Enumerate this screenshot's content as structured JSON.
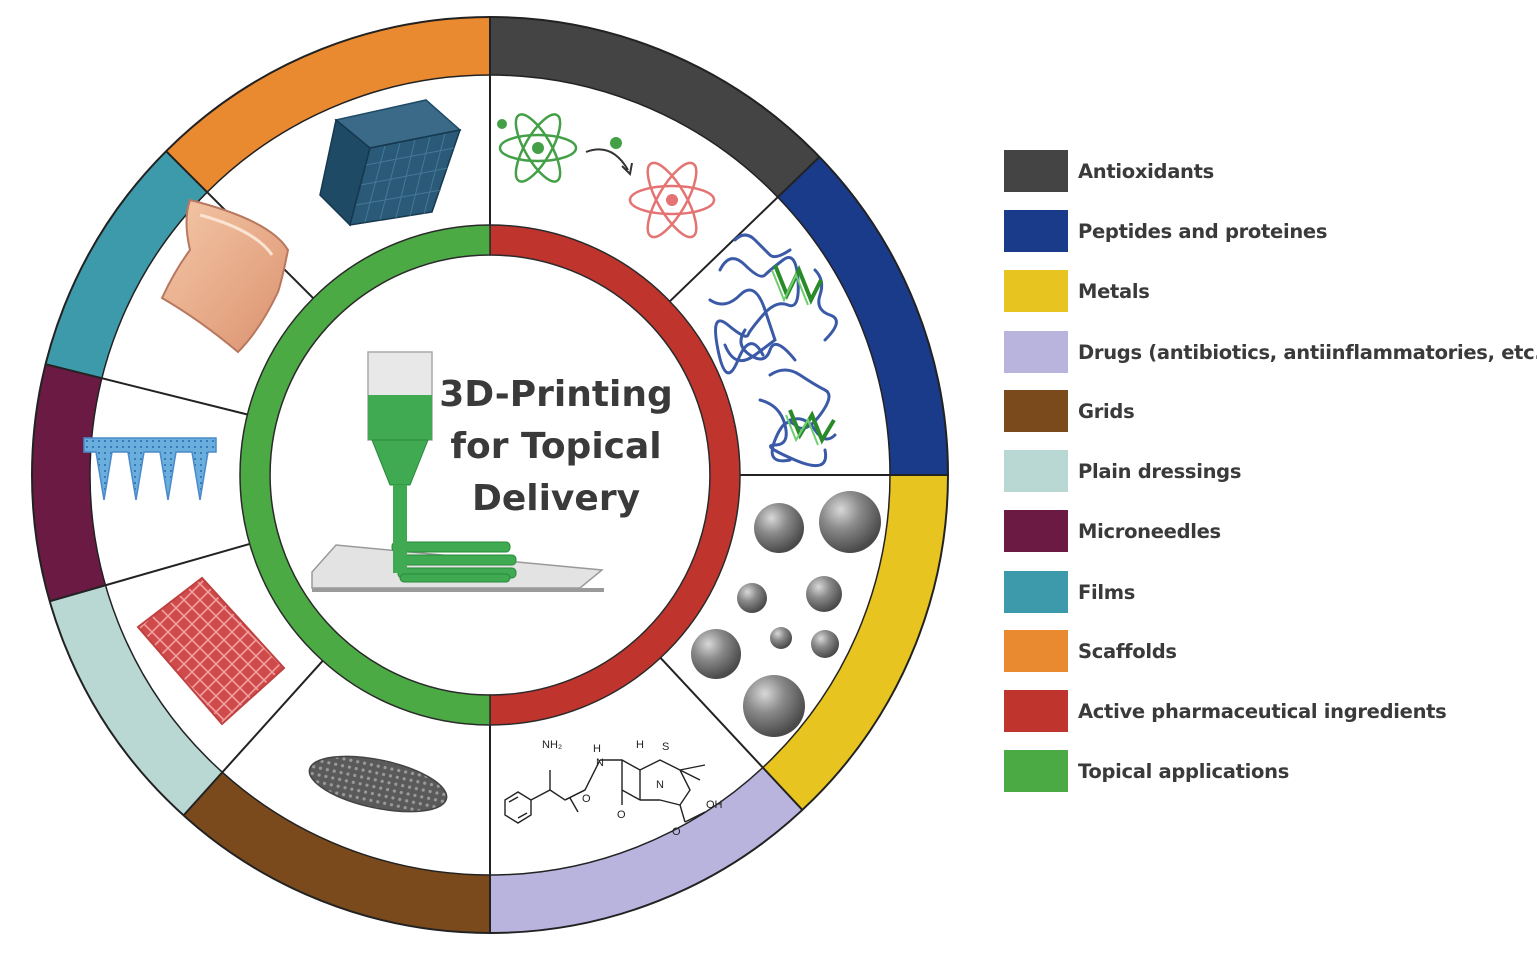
{
  "diagram": {
    "center_title_lines": [
      "3D-Printing",
      "for Topical",
      "Delivery"
    ],
    "chemical_labels": {
      "amine": "NH₂",
      "amide_h": "H",
      "nitrogen": "N",
      "sulfur": "S",
      "carbonyl_o1": "O",
      "carbonyl_o2": "O",
      "acid_o": "O",
      "hydroxyl": "OH",
      "stereo_h": "H"
    },
    "colors": {
      "antioxidants": "#444444",
      "peptides": "#1a3a8a",
      "metals": "#e8c420",
      "drugs": "#b9b4de",
      "grids": "#7a4a1c",
      "plain_dressings": "#b9d8d4",
      "microneedles": "#6b1a44",
      "films": "#3c9aaa",
      "scaffolds": "#ea8a30",
      "api": "#c0342e",
      "topical": "#4caa44"
    }
  },
  "legend": [
    {
      "label": "Antioxidants",
      "color": "#444444"
    },
    {
      "label": "Peptides and proteines",
      "color": "#1a3a8a"
    },
    {
      "label": "Metals",
      "color": "#e8c420"
    },
    {
      "label": "Drugs (antibiotics, antiinflammatories, etc.)",
      "color": "#b9b4de"
    },
    {
      "label": "Grids",
      "color": "#7a4a1c"
    },
    {
      "label": "Plain dressings",
      "color": "#b9d8d4"
    },
    {
      "label": "Microneedles",
      "color": "#6b1a44"
    },
    {
      "label": "Films",
      "color": "#3c9aaa"
    },
    {
      "label": "Scaffolds",
      "color": "#ea8a30"
    },
    {
      "label": "Active pharmaceutical ingredients",
      "color": "#c0342e"
    },
    {
      "label": "Topical applications",
      "color": "#4caa44"
    }
  ]
}
